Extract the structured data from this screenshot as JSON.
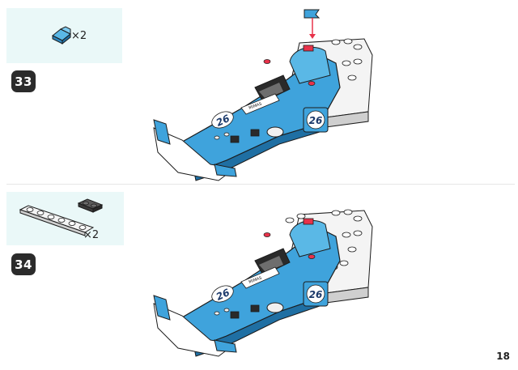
{
  "steps": [
    {
      "number": "33",
      "parts_qty": "×2"
    },
    {
      "number": "34",
      "parts_qty": "×2"
    }
  ],
  "car_number": "26",
  "page_number": "18",
  "colors": {
    "car_blue": "#3fa3dc",
    "car_dark": "#2a2a2a",
    "panel": "#eaf8f8",
    "arrow": "#e8324a"
  }
}
